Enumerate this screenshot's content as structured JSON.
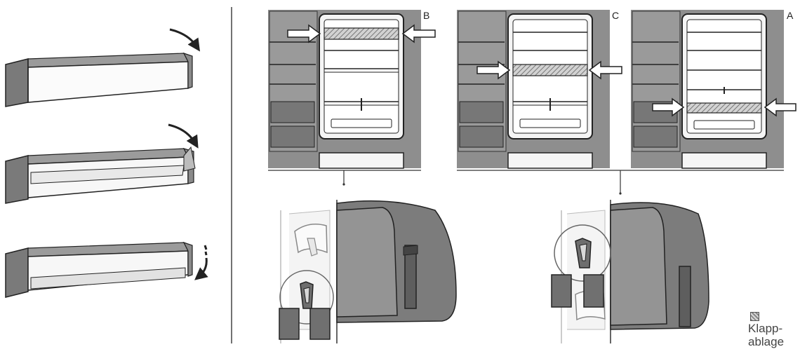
{
  "panels": {
    "b": {
      "label": "B"
    },
    "c": {
      "label": "C"
    },
    "a": {
      "label": "A"
    }
  },
  "legend": {
    "text": "Klapp-\nablage",
    "swatch_pattern": "diagonal-hatch"
  },
  "colors": {
    "panel_bg": "#8e8e8e",
    "line": "#1a1a1a",
    "shelf_hatch": "#9a9a9a",
    "dark_grey": "#6b6b6b",
    "light": "#f2f2f2"
  }
}
